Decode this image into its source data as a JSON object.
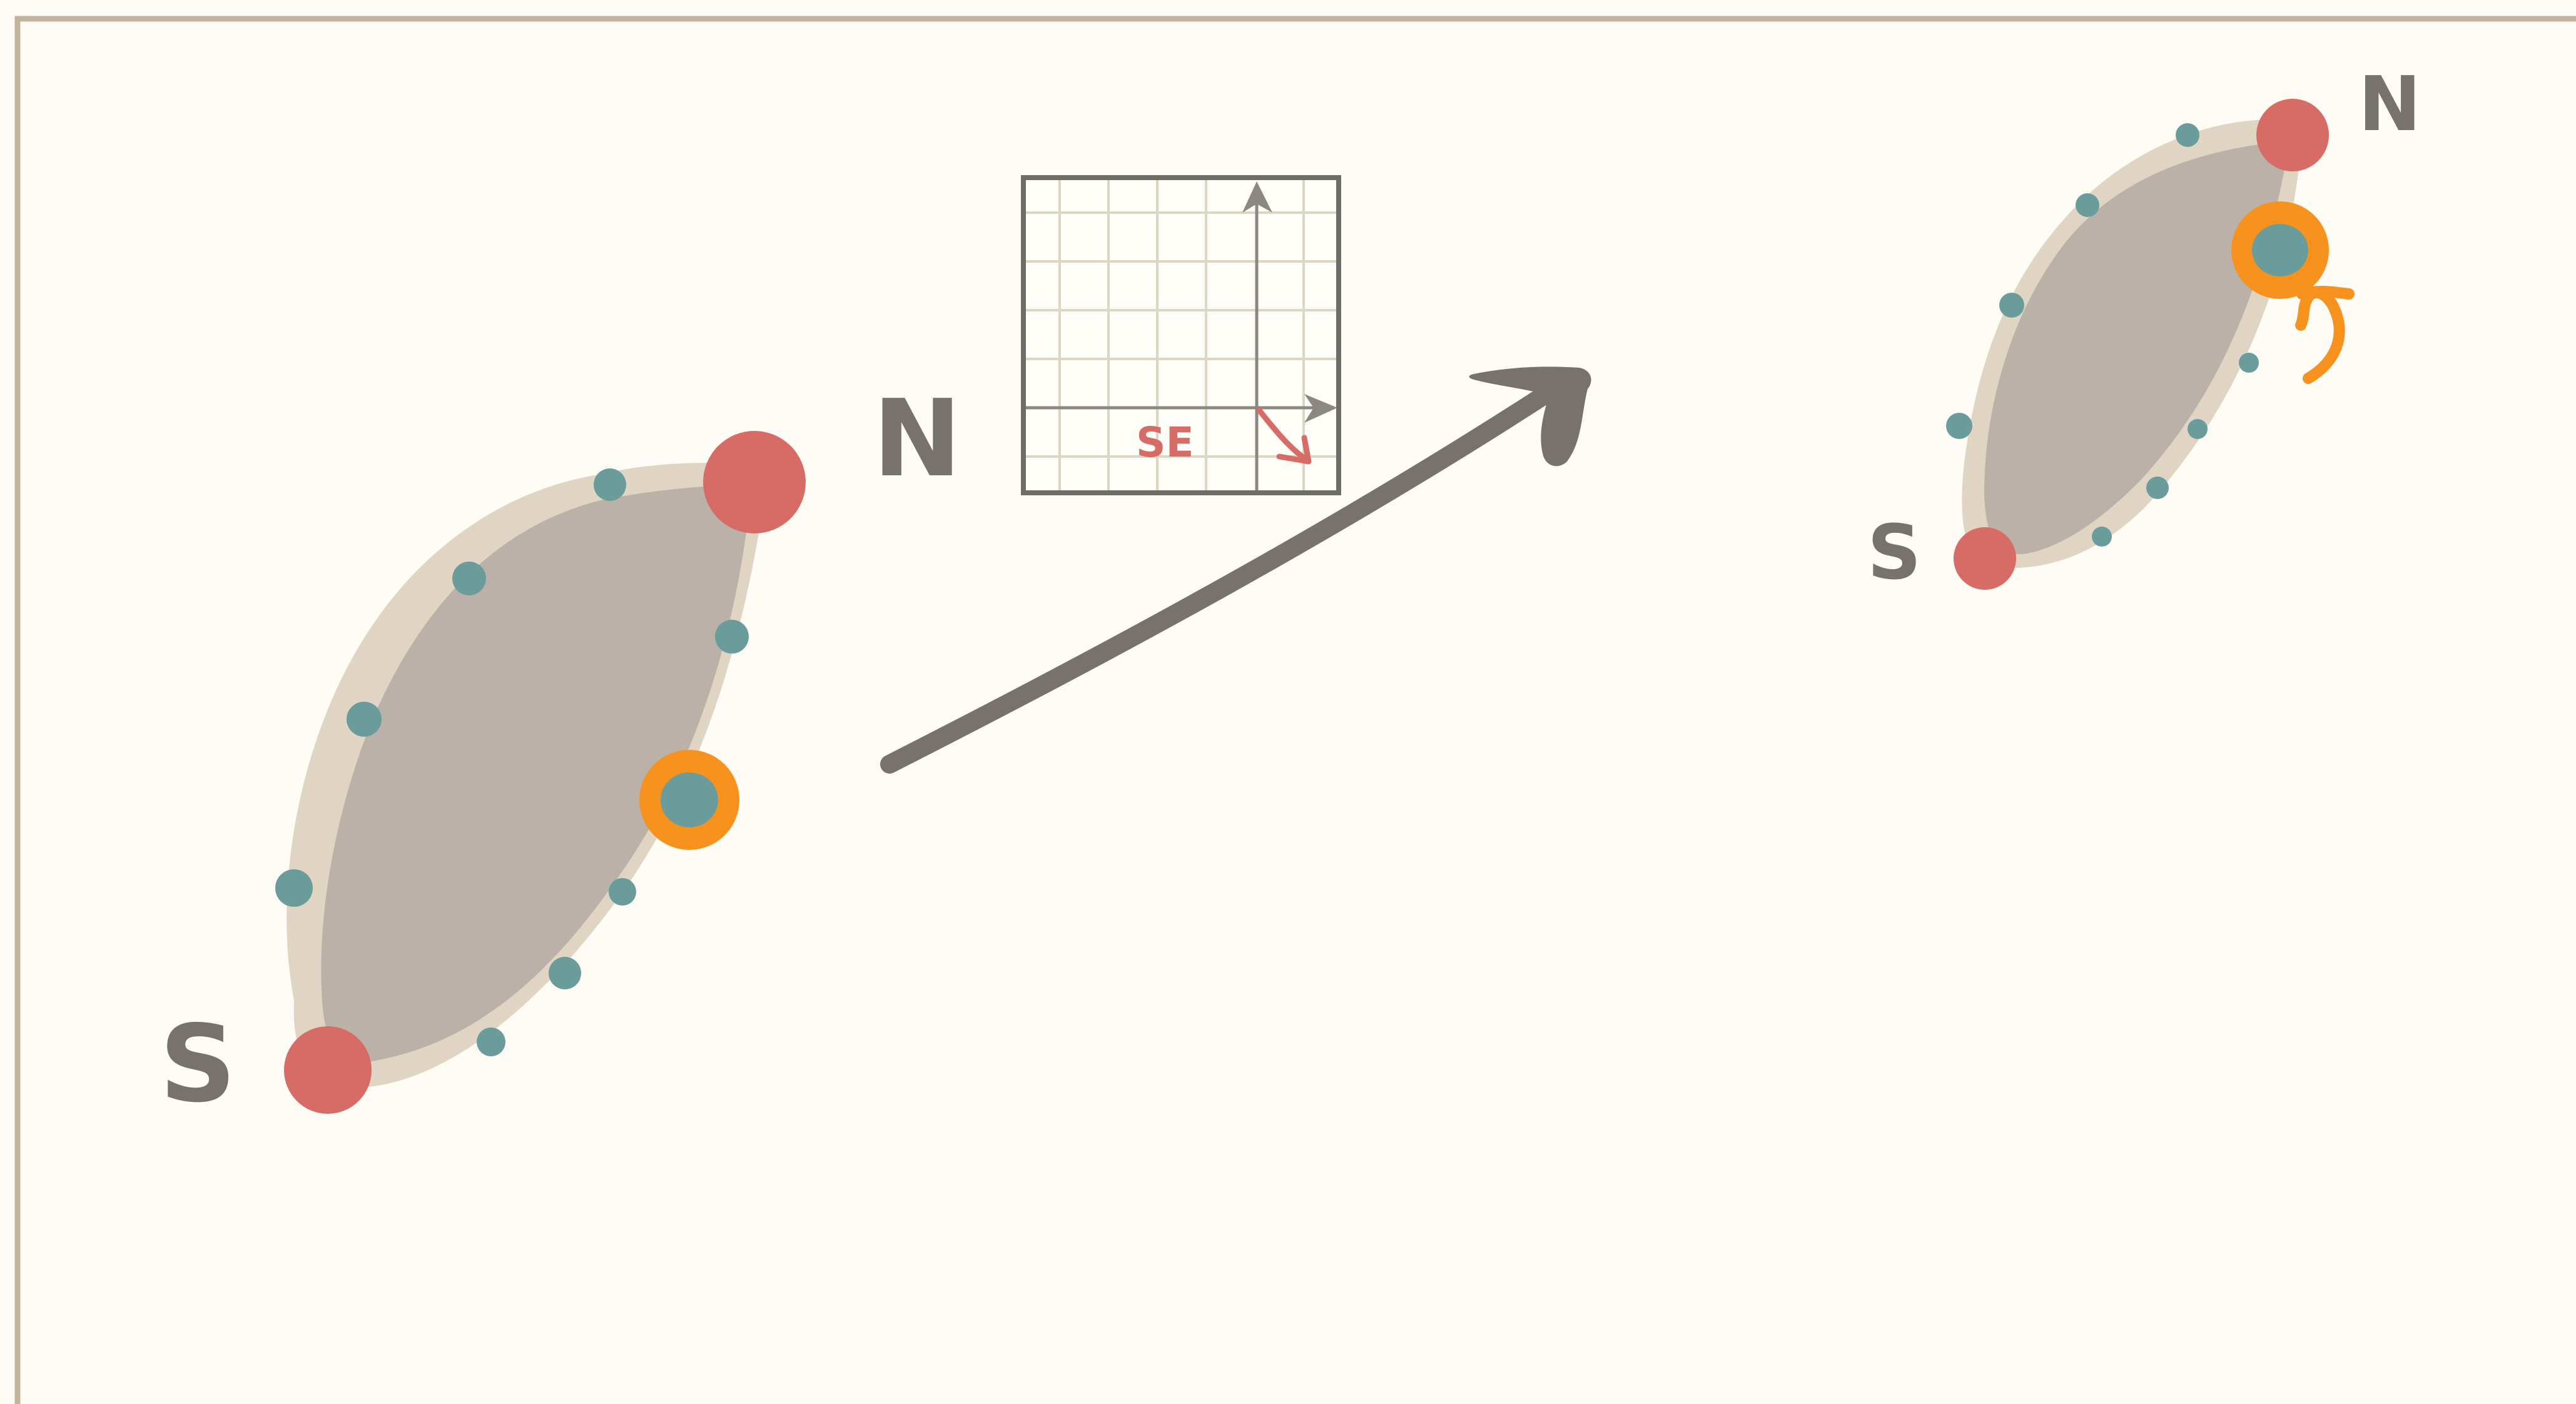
{
  "colors": {
    "background": "#fffbf5",
    "frame": "#c2b59b",
    "blob_outer": "#e0d5c3",
    "blob_inner": "#bab1a8",
    "pole": "#d76b65",
    "dot": "#6a9c9c",
    "highlight": "#f7921f",
    "ink": "#77726b",
    "grid_line": "#ded6c4",
    "grid_border": "#716d66",
    "se_red": "#d76b65"
  },
  "left_blob": {
    "north_label": "N",
    "south_label": "S"
  },
  "right_blob": {
    "north_label": "N",
    "south_label": "S"
  },
  "compass": {
    "direction_label": "SE"
  }
}
